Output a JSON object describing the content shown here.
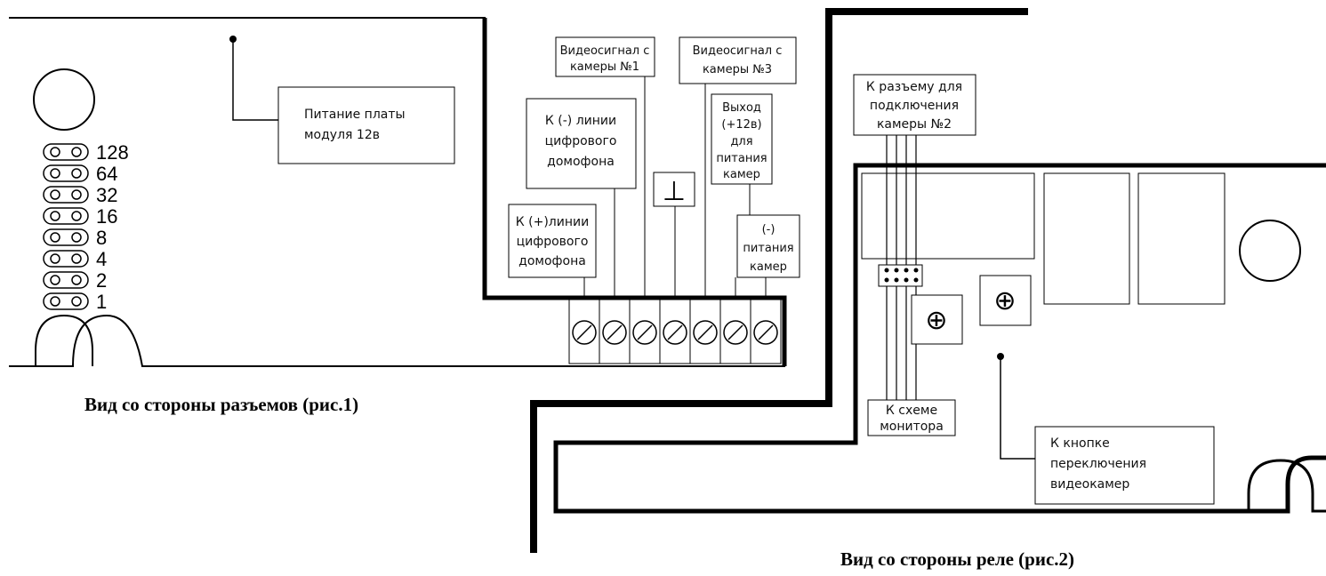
{
  "fig1": {
    "power_label": [
      "Питание платы",
      "модуля 12в"
    ],
    "jumper_values": [
      "128",
      "64",
      "32",
      "16",
      "8",
      "4",
      "2",
      "1"
    ],
    "video_cam1": [
      "Видеосигнал с",
      "камеры №1"
    ],
    "video_cam3": [
      "Видеосигнал с",
      "камеры №3"
    ],
    "minus_line": [
      "К (-) линии",
      "цифрового",
      "домофона"
    ],
    "plus_line": [
      "К (+)линии",
      "цифрового",
      "домофона"
    ],
    "ground_symbol": "⊥",
    "output_12v": [
      "Выход",
      "(+12в)",
      "для",
      "питания",
      "камер"
    ],
    "cam_minus": [
      "(-)",
      "питания",
      "камер"
    ],
    "caption": "Вид со стороны разъемов (рис.1)"
  },
  "fig2": {
    "cam2_connector": [
      "К разъему для",
      "подключения",
      "камеры №2"
    ],
    "monitor": [
      "К схеме",
      "монитора"
    ],
    "switch_button": [
      "К кнопке",
      "переключения",
      "видеокамер"
    ],
    "potentiometer_symbol": "⊕",
    "caption": "Вид со стороны реле (рис.2)"
  },
  "colors": {
    "line": "#000000",
    "background": "#ffffff"
  }
}
